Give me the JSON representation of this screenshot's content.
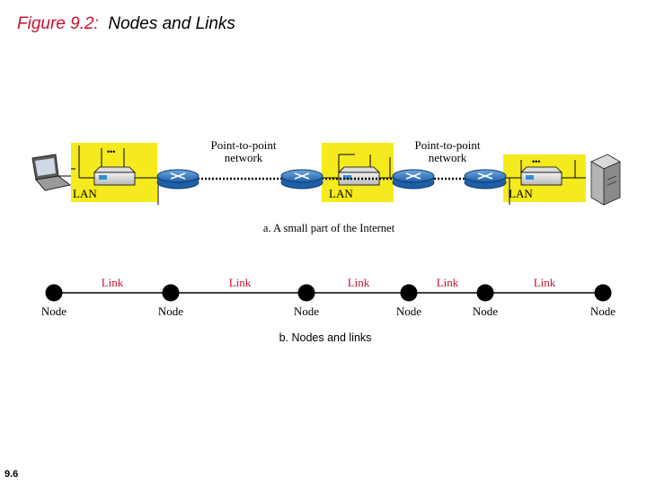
{
  "title": {
    "figure_label": "Figure 9.2:",
    "caption": "Nodes and Links"
  },
  "slide_number": "9.6",
  "colors": {
    "title_red": "#c8102e",
    "lan_yellow": "#f5ea1e",
    "link_red": "#c8102e",
    "router_blue": "#1e5fa8"
  },
  "part_a": {
    "lan_label": "LAN",
    "ptp_line1": "Point-to-point",
    "ptp_line2": "network",
    "caption": "a. A small part of the Internet"
  },
  "part_b": {
    "node_label": "Node",
    "link_label": "Link",
    "caption": "b. Nodes and links"
  }
}
